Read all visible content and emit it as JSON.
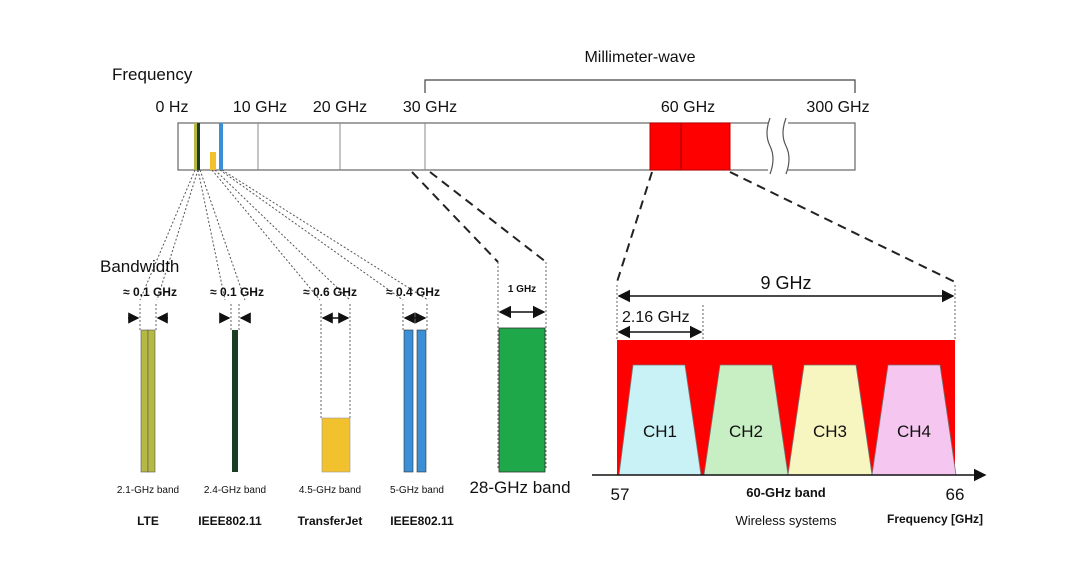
{
  "spectrum": {
    "title": "Frequency",
    "mmwave_label": "Millimeter-wave",
    "ticks": [
      "0 Hz",
      "10 GHz",
      "20 GHz",
      "30 GHz",
      "60 GHz",
      "300 GHz"
    ]
  },
  "bandwidth": {
    "title": "Bandwidth",
    "systems": [
      {
        "bw": "≈ 0.1 GHz",
        "band": "2.1-GHz band",
        "name": "LTE",
        "color": "#b5b843"
      },
      {
        "bw": "≈ 0.1 GHz",
        "band": "2.4-GHz band",
        "name": "IEEE802.11",
        "color": "#1b3d24"
      },
      {
        "bw": "≈ 0.6 GHz",
        "band": "4.5-GHz band",
        "name": "TransferJet",
        "color": "#f2c12e"
      },
      {
        "bw": "≈ 0.4 GHz",
        "band": "5-GHz band",
        "name": "IEEE802.11",
        "color": "#3b8fd6"
      }
    ]
  },
  "band28": {
    "bw": "1 GHz",
    "label": "28-GHz band",
    "color": "#1fa84a"
  },
  "band60": {
    "total_bw": "9 GHz",
    "channel_bw": "2.16 GHz",
    "start": "57",
    "end": "66",
    "band_label": "60-GHz band",
    "systems_label": "Wireless systems",
    "axis_label": "Frequency [GHz]",
    "band_color": "#ff0000",
    "channels": [
      {
        "name": "CH1",
        "color": "#c9f2f7"
      },
      {
        "name": "CH2",
        "color": "#c8efc3"
      },
      {
        "name": "CH3",
        "color": "#f7f5c0"
      },
      {
        "name": "CH4",
        "color": "#f5c7f0"
      }
    ]
  }
}
